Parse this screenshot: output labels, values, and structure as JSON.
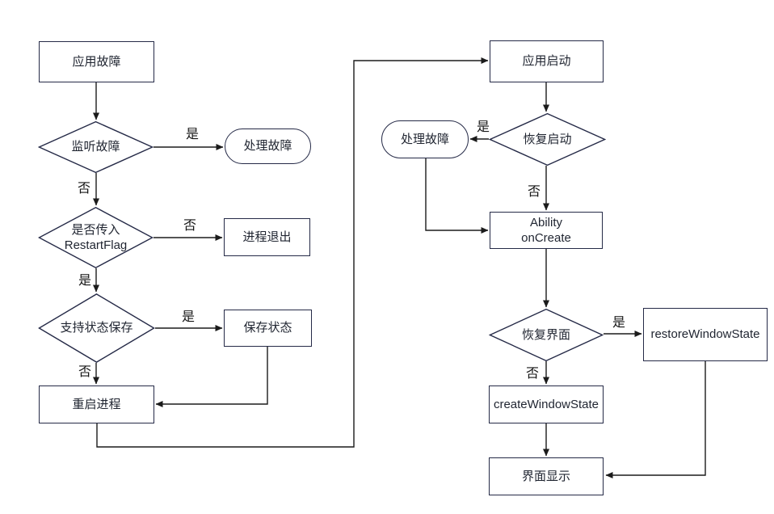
{
  "colors": {
    "background": "#ffffff",
    "node_border": "#252a47",
    "connector": "#1b1b1b",
    "node_text": "#1f2430",
    "label_text": "#161616"
  },
  "nodes": {
    "app_fault": {
      "label": "应用故障",
      "shape": "rect"
    },
    "monitor_fault": {
      "label": "监听故障",
      "shape": "diamond"
    },
    "handle_fault_left": {
      "label": "处理故障",
      "shape": "stadium"
    },
    "restart_flag": {
      "label": "是否传入\nRestartFlag",
      "shape": "diamond"
    },
    "process_exit": {
      "label": "进程退出",
      "shape": "rect"
    },
    "support_state_save": {
      "label": "支持状态保存",
      "shape": "diamond"
    },
    "save_state": {
      "label": "保存状态",
      "shape": "rect"
    },
    "restart_process": {
      "label": "重启进程",
      "shape": "rect"
    },
    "app_start": {
      "label": "应用启动",
      "shape": "rect"
    },
    "recovery_start": {
      "label": "恢复启动",
      "shape": "diamond"
    },
    "handle_fault_right": {
      "label": "处理故障",
      "shape": "stadium"
    },
    "ability_oncreate": {
      "label": "Ability\nonCreate",
      "shape": "rect"
    },
    "recovery_ui": {
      "label": "恢复界面",
      "shape": "diamond"
    },
    "restore_window_state": {
      "label": "restoreWindowState",
      "shape": "rect"
    },
    "create_window_state": {
      "label": "createWindowState",
      "shape": "rect"
    },
    "ui_display": {
      "label": "界面显示",
      "shape": "rect"
    }
  },
  "edge_labels": {
    "monitor_yes": "是",
    "monitor_no": "否",
    "restart_no": "否",
    "restart_yes": "是",
    "save_yes": "是",
    "save_no": "否",
    "recovery_start_yes": "是",
    "recovery_start_no": "否",
    "recovery_ui_yes": "是",
    "recovery_ui_no": "否"
  }
}
